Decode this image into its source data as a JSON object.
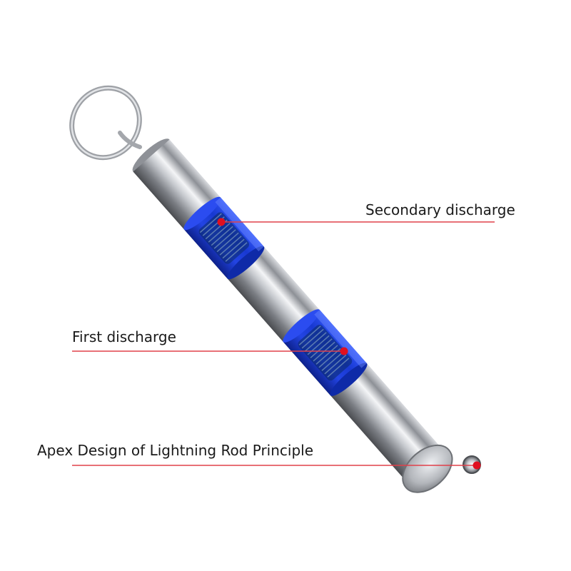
{
  "callouts": {
    "secondary": "Secondary discharge",
    "first": "First discharge",
    "apex": "Apex Design of Lightning Rod Principle"
  },
  "colors": {
    "leader_line": "#e0404a",
    "marker_dot": "#e01020",
    "window_blue": "#1f3fd6",
    "metal": "#b9bcc2"
  },
  "icons": {
    "product": "keychain-static-discharge-rod",
    "ring": "key-ring-icon"
  }
}
